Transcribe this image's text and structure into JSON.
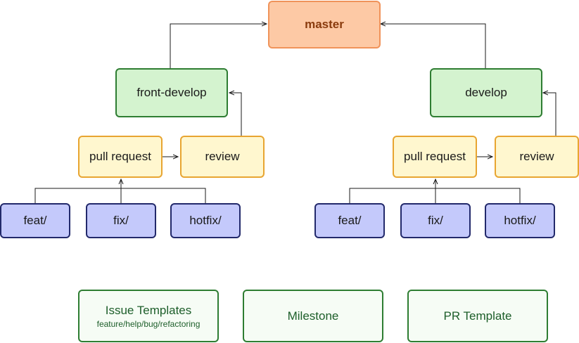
{
  "master": {
    "label": "master"
  },
  "left": {
    "develop": {
      "label": "front-develop"
    },
    "pull_request": {
      "label": "pull request"
    },
    "review": {
      "label": "review"
    },
    "branches": [
      {
        "label": "feat/"
      },
      {
        "label": "fix/"
      },
      {
        "label": "hotfix/"
      }
    ]
  },
  "right": {
    "develop": {
      "label": "develop"
    },
    "pull_request": {
      "label": "pull request"
    },
    "review": {
      "label": "review"
    },
    "branches": [
      {
        "label": "feat/"
      },
      {
        "label": "fix/"
      },
      {
        "label": "hotfix/"
      }
    ]
  },
  "notes": [
    {
      "label": "Issue Templates",
      "sub": "feature/help/bug/refactoring"
    },
    {
      "label": "Milestone"
    },
    {
      "label": "PR Template"
    }
  ],
  "colors": {
    "master_fill": "#fdc9a5",
    "develop_fill": "#d4f3cf",
    "pr_fill": "#fff7cf",
    "branch_fill": "#c4c9fb",
    "note_fill": "#f6fcf5",
    "edge": "#1a1a1a"
  }
}
